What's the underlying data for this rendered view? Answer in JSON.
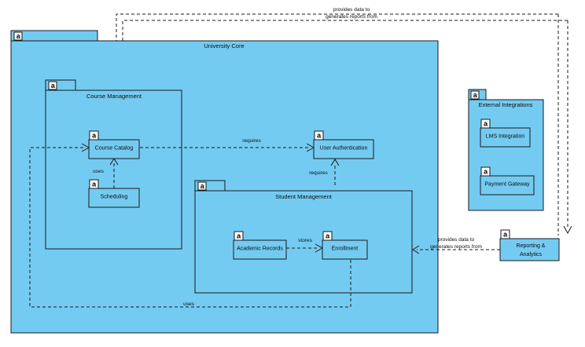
{
  "diagram": {
    "title": "University Core",
    "marker_glyph": "a",
    "colors": {
      "package_fill": "#74cbf2",
      "component_fill": "#74cbf2",
      "stroke": "#1a1a1a",
      "marker_fill": "#ffffff",
      "background": "#ffffff"
    },
    "packages": [
      {
        "id": "university-core",
        "label": "University Core"
      },
      {
        "id": "course-management",
        "label": "Course Management"
      },
      {
        "id": "student-management",
        "label": "Student Management"
      },
      {
        "id": "external-integrations",
        "label": "External Integrations"
      }
    ],
    "components": [
      {
        "id": "course-catalog",
        "label": "Course Catalog"
      },
      {
        "id": "scheduling",
        "label": "Scheduling"
      },
      {
        "id": "user-authentication",
        "label": "User Authentication"
      },
      {
        "id": "academic-records",
        "label": "Academic Records"
      },
      {
        "id": "enrollment",
        "label": "Enrollment"
      },
      {
        "id": "lms-integration",
        "label": "LMS Integration"
      },
      {
        "id": "payment-gateway",
        "label": "Payment Gateway"
      },
      {
        "id": "reporting-analytics",
        "label_line1": "Reporting &",
        "label_line2": "Analytics"
      }
    ],
    "relationships": [
      {
        "id": "catalog-requires-auth",
        "label": "requires",
        "from": "course-catalog",
        "to": "user-authentication"
      },
      {
        "id": "scheduling-uses-catalog",
        "label": "uses",
        "from": "scheduling",
        "to": "course-catalog"
      },
      {
        "id": "enrollment-requires-auth",
        "label": "requires",
        "from": "enrollment",
        "to": "user-authentication"
      },
      {
        "id": "records-stores-enrollment",
        "label": "stores",
        "from": "academic-records",
        "to": "enrollment"
      },
      {
        "id": "enrollment-uses-catalog",
        "label": "uses",
        "from": "enrollment",
        "to": "course-catalog"
      },
      {
        "id": "enrollment-provides-data",
        "label_line1": "provides data to",
        "label_line2": "generates reports from",
        "from": "reporting-analytics",
        "to": "enrollment"
      },
      {
        "id": "top-provides-data",
        "label_line1": "provides data to",
        "label_line2": "generates reports from",
        "from": "external",
        "to": "course-management"
      }
    ]
  }
}
